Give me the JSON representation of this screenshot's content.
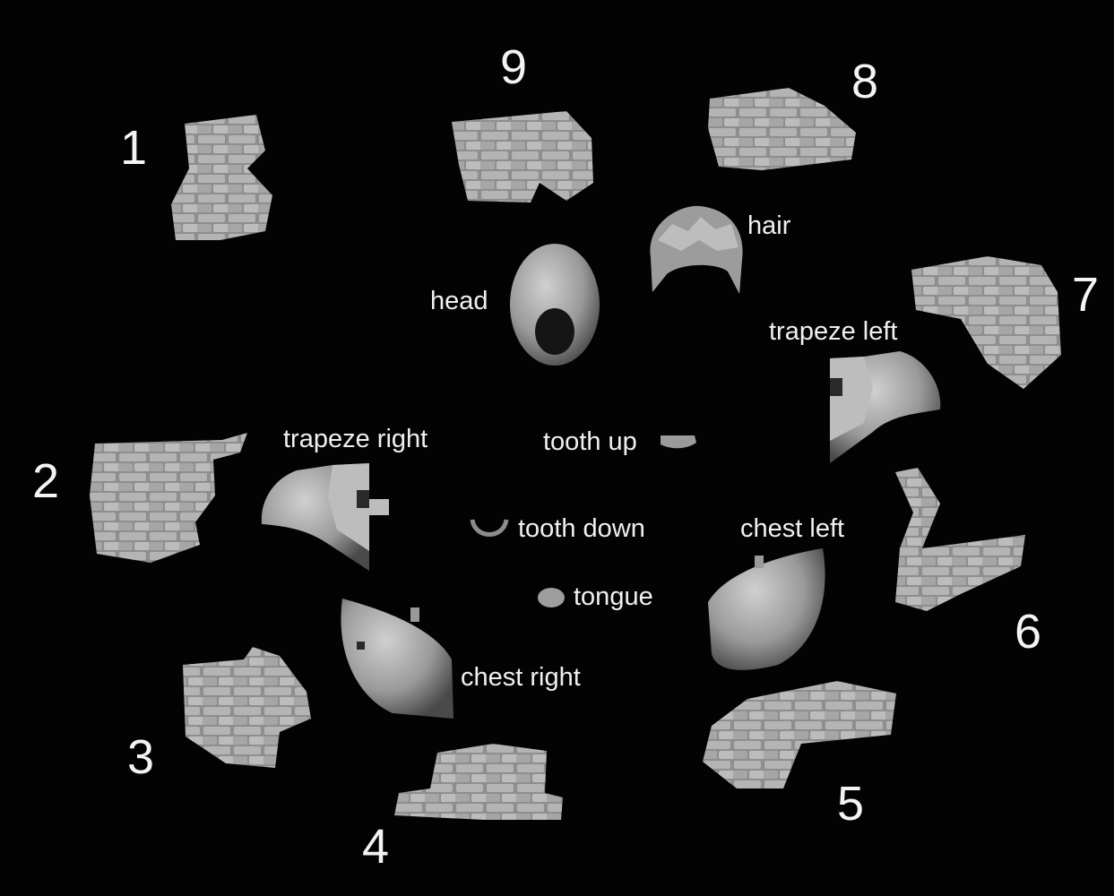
{
  "scene": {
    "background": "#030303",
    "mesh_color": "#a9a9a9",
    "text_color": "#f2f2f2"
  },
  "wall_pieces": [
    {
      "number": "1"
    },
    {
      "number": "2"
    },
    {
      "number": "3"
    },
    {
      "number": "4"
    },
    {
      "number": "5"
    },
    {
      "number": "6"
    },
    {
      "number": "7"
    },
    {
      "number": "8"
    },
    {
      "number": "9"
    }
  ],
  "body_parts": {
    "head": "head",
    "hair": "hair",
    "trapeze_left": "trapeze left",
    "trapeze_right": "trapeze right",
    "tooth_up": "tooth up",
    "tooth_down": "tooth down",
    "tongue": "tongue",
    "chest_left": "chest left",
    "chest_right": "chest right"
  }
}
